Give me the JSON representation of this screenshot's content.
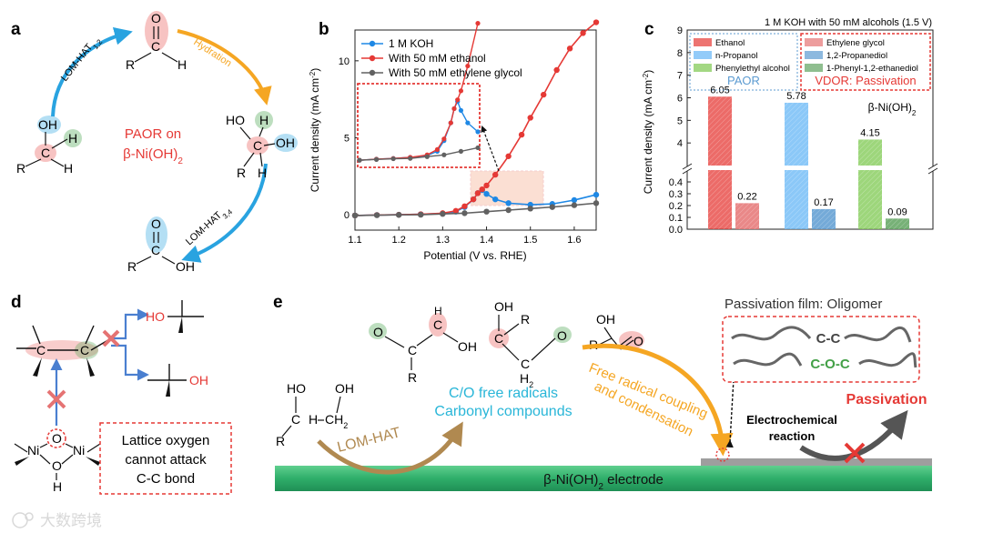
{
  "panels": {
    "a": {
      "letter": "a",
      "center_line1": "PAOR on",
      "center_line2": "β-Ni(OH)",
      "center_line2_sub": "2",
      "step1": "LOM-HAT",
      "step1_sub": "1,2",
      "step2": "Hydration",
      "step3": "LOM-HAT",
      "step3_sub": "3,4",
      "atoms": {
        "OH": "OH",
        "H": "H",
        "R": "R",
        "C": "C",
        "O": "O",
        "HO": "HO"
      }
    },
    "b": {
      "letter": "b",
      "legend": [
        "1 M KOH",
        "With 50 mM ethanol",
        "With 50 mM ethylene glycol"
      ],
      "ylabel": "Current density (mA cm",
      "ylabel_sup": "-2",
      "ylabel_end": ")",
      "xlabel": "Potential (V vs. RHE)"
    },
    "c": {
      "letter": "c",
      "top_note": "1 M KOH with 50 mM alcohols (1.5 V)",
      "paor_legend": [
        "Ethanol",
        "n-Propanol",
        "Phenylethyl alcohol"
      ],
      "paor_title": "PAOR",
      "vdor_legend": [
        "Ethylene glycol",
        "1,2-Propanediol",
        "1-Phenyl-1,2-ethanediol"
      ],
      "vdor_title": "VDOR: Passivation",
      "catalyst_label": "β-Ni(OH)",
      "catalyst_sub": "2",
      "ylabel": "Current density (mA cm",
      "ylabel_sup": "-2",
      "ylabel_end": ")"
    },
    "d": {
      "letter": "d",
      "box_text": [
        "Lattice oxygen",
        "cannot attack",
        "C-C bond"
      ],
      "atoms": {
        "C": "C",
        "HO": "HO",
        "OH": "OH",
        "Ni": "Ni",
        "O": "O",
        "H": "H"
      }
    },
    "e": {
      "letter": "e",
      "radical_line1": "C/O free radicals",
      "radical_line2": "Carbonyl compounds",
      "lomhat": "LOM-HAT",
      "coupling_line1": "Free radical coupling",
      "coupling_line2": "and condensation",
      "passivation_film": "Passivation film: Oligomer",
      "cc": "C-C",
      "coc": "C-O-C",
      "passivation": "Passivation",
      "ec_reaction_line1": "Electrochemical",
      "ec_reaction_line2": "reaction",
      "electrode": "β-Ni(OH)",
      "electrode_sub": "2",
      "electrode_end": " electrode",
      "atoms": {
        "HO": "HO",
        "OH": "OH",
        "C": "C",
        "CH2": "CH",
        "CH2_sub": "2",
        "R": "R",
        "H": "H",
        "O": "O"
      }
    }
  },
  "watermark": "大数跨境",
  "colors": {
    "red": "#e53935",
    "blue": "#1e88e5",
    "gray": "#616161",
    "green": "#43a047",
    "orange": "#f5a623",
    "teal": "#29b6d8",
    "brown": "#b08950"
  },
  "chart_data": [
    {
      "type": "line",
      "panel": "b",
      "xlabel": "Potential (V vs. RHE)",
      "ylabel": "Current density (mA cm-2)",
      "xlim": [
        1.1,
        1.65
      ],
      "ylim": [
        -1,
        12
      ],
      "xticks": [
        1.1,
        1.2,
        1.3,
        1.4,
        1.5,
        1.6
      ],
      "yticks": [
        0,
        5,
        10
      ],
      "legend_position": "top-left",
      "series": [
        {
          "name": "1 M KOH",
          "color": "#1e88e5",
          "x": [
            1.1,
            1.15,
            1.2,
            1.25,
            1.3,
            1.33,
            1.35,
            1.37,
            1.38,
            1.39,
            1.4,
            1.42,
            1.45,
            1.5,
            1.55,
            1.6,
            1.65
          ],
          "y": [
            -0.05,
            -0.02,
            0.0,
            0.03,
            0.08,
            0.2,
            0.5,
            1.0,
            1.4,
            1.6,
            1.35,
            1.0,
            0.75,
            0.65,
            0.7,
            0.95,
            1.3
          ]
        },
        {
          "name": "With 50 mM ethanol",
          "color": "#e53935",
          "x": [
            1.1,
            1.15,
            1.2,
            1.25,
            1.3,
            1.33,
            1.35,
            1.37,
            1.38,
            1.39,
            1.4,
            1.42,
            1.45,
            1.48,
            1.5,
            1.53,
            1.56,
            1.59,
            1.62,
            1.65
          ],
          "y": [
            -0.05,
            -0.02,
            0.0,
            0.03,
            0.1,
            0.25,
            0.55,
            1.0,
            1.4,
            1.65,
            1.9,
            2.6,
            3.8,
            5.2,
            6.3,
            7.8,
            9.4,
            10.8,
            11.8,
            12.5
          ]
        },
        {
          "name": "With 50 mM ethylene glycol",
          "color": "#616161",
          "x": [
            1.1,
            1.15,
            1.2,
            1.25,
            1.3,
            1.35,
            1.4,
            1.45,
            1.5,
            1.55,
            1.6,
            1.65
          ],
          "y": [
            -0.05,
            -0.03,
            -0.01,
            0.0,
            0.05,
            0.1,
            0.2,
            0.3,
            0.4,
            0.5,
            0.62,
            0.75
          ]
        }
      ]
    },
    {
      "type": "bar",
      "panel": "c",
      "title": "1 M KOH with 50 mM alcohols (1.5 V)",
      "ylabel": "Current density (mA cm-2)",
      "broken_axis": {
        "lower": [
          0,
          0.5
        ],
        "upper": [
          3,
          9
        ]
      },
      "yticks_lower": [
        0.0,
        0.1,
        0.2,
        0.3,
        0.4
      ],
      "yticks_upper": [
        4,
        5,
        6,
        7,
        8,
        9
      ],
      "legend_position": "top",
      "bars": [
        {
          "name": "Ethanol",
          "group": "PAOR",
          "value": 6.05,
          "label": "6.05",
          "color": "#e53935"
        },
        {
          "name": "Ethylene glycol",
          "group": "VDOR",
          "value": 0.22,
          "label": "0.22",
          "color": "#e57373"
        },
        {
          "name": "n-Propanol",
          "group": "PAOR",
          "value": 5.78,
          "label": "5.78",
          "color": "#64b5f6"
        },
        {
          "name": "1,2-Propanediol",
          "group": "VDOR",
          "value": 0.17,
          "label": "0.17",
          "color": "#5c9bd1"
        },
        {
          "name": "Phenylethyl alcohol",
          "group": "PAOR",
          "value": 4.15,
          "label": "4.15",
          "color": "#7cc84f"
        },
        {
          "name": "1-Phenyl-1,2-ethanediol",
          "group": "VDOR",
          "value": 0.09,
          "label": "0.09",
          "color": "#5fa35f"
        }
      ]
    }
  ]
}
